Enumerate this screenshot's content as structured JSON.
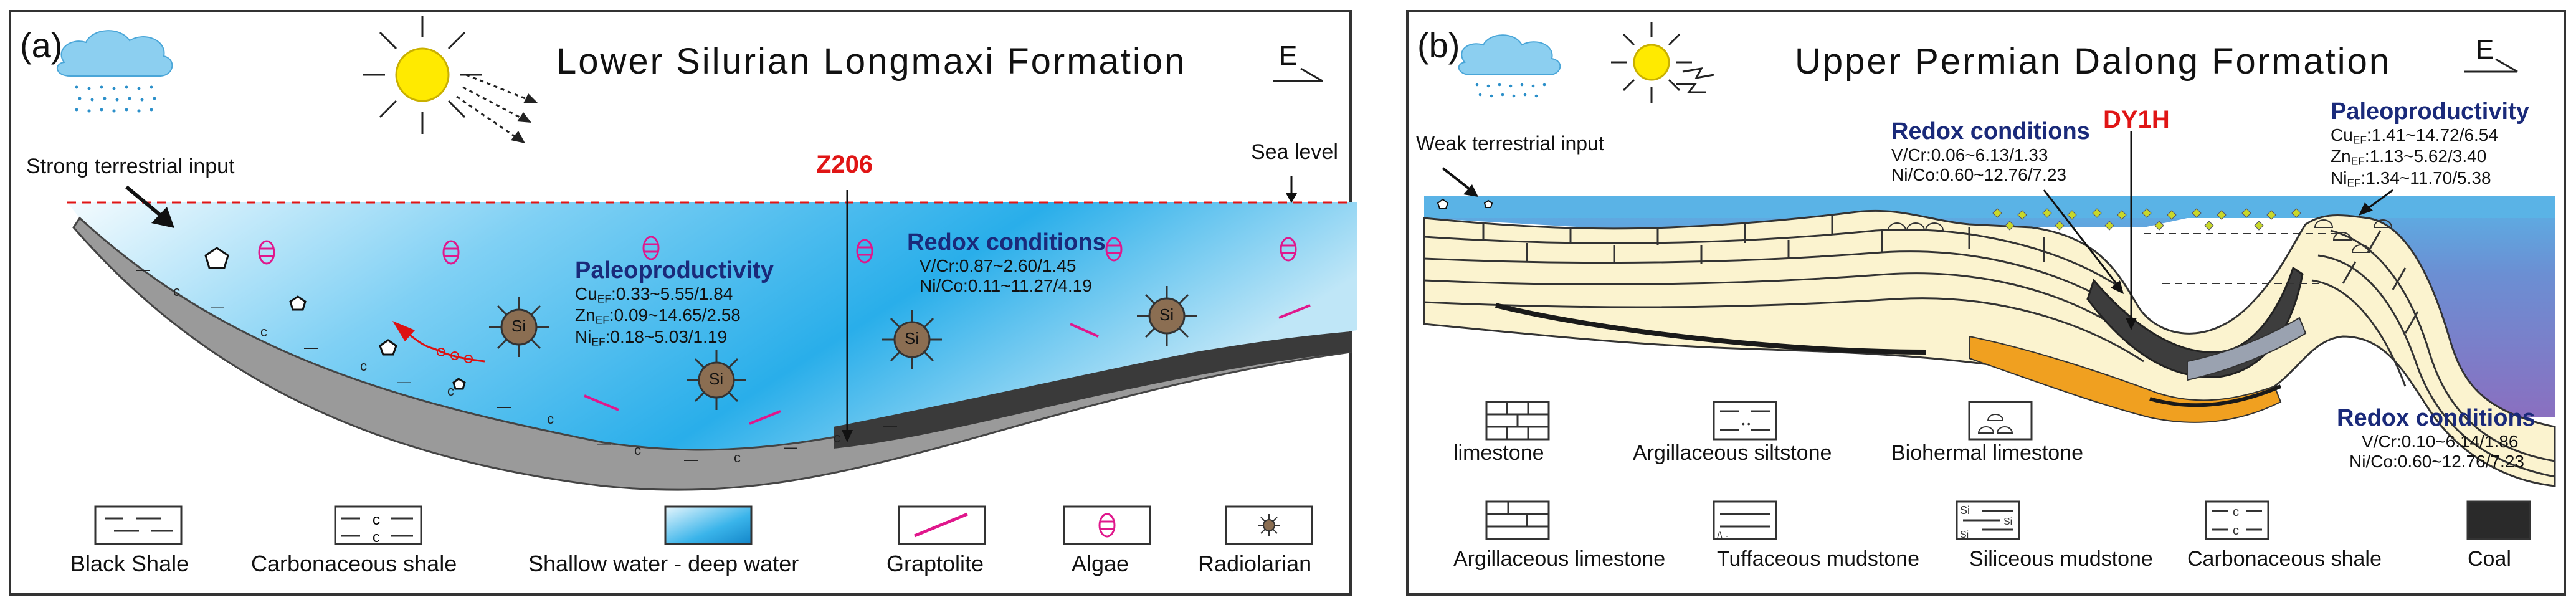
{
  "panel_a": {
    "label": "(a)",
    "title": "Lower Silurian Longmaxi Formation",
    "compass": "E",
    "terrestrial": "Strong terrestrial input",
    "sea_level": "Sea level",
    "well": "Z206",
    "paleo": {
      "title": "Paleoproductivity",
      "cu_el": "Cu",
      "cu_val": ":0.33~5.55/1.84",
      "zn_el": "Zn",
      "zn_val": ":0.09~14.65/2.58",
      "ni_el": "Ni",
      "ni_val": ":0.18~5.03/1.19",
      "sub": "EF"
    },
    "redox": {
      "title": "Redox conditions",
      "line1": "V/Cr:0.87~2.60/1.45",
      "line2": "Ni/Co:0.11~11.27/4.19"
    },
    "si_label": "Si",
    "legend": [
      "Black Shale",
      "Carbonaceous shale",
      "Shallow water - deep water",
      "Graptolite",
      "Algae",
      "Radiolarian"
    ],
    "colors": {
      "water_shallow": "#e8f6fd",
      "water_deep": "#1aa3e0",
      "shale": "#8f8f8f",
      "well_red": "#e01515",
      "algae": "#e0178c"
    }
  },
  "panel_b": {
    "label": "(b)",
    "title": "Upper Permian Dalong Formation",
    "compass": "E",
    "terrestrial": "Weak terrestrial input",
    "well": "DY1H",
    "redox_top": {
      "title": "Redox conditions",
      "line1": "V/Cr:0.06~6.13/1.33",
      "line2": "Ni/Co:0.60~12.76/7.23"
    },
    "paleo": {
      "title": "Paleoproductivity",
      "cu_el": "Cu",
      "cu_val": ":1.41~14.72/6.54",
      "zn_el": "Zn",
      "zn_val": ":1.13~5.62/3.40",
      "ni_el": "Ni",
      "ni_val": ":1.34~11.70/5.38",
      "sub": "EF"
    },
    "redox_bottom": {
      "title": "Redox conditions",
      "line1": "V/Cr:0.10~6.14/1.86",
      "line2": "Ni/Co:0.60~12.76/7.23"
    },
    "legend_row1": [
      "limestone",
      "Argillaceous siltstone",
      "Biohermal limestone"
    ],
    "legend_row2": [
      "Argillaceous limestone",
      "Tuffaceous mudstone",
      "Siliceous mudstone",
      "Carbonaceous shale",
      "Coal"
    ],
    "colors": {
      "limestone": "#fbf3cf",
      "sea_top": "#5fb4e4",
      "sea_deep": "#7a72c0",
      "coal": "#2a2a2a",
      "tuff": "#f0a020"
    }
  }
}
